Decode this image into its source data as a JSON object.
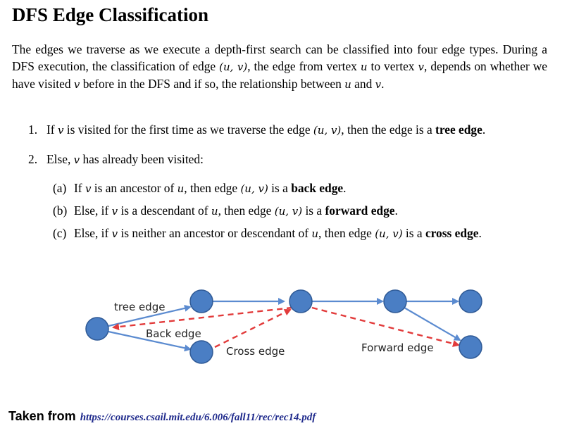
{
  "title": "DFS Edge Classification",
  "intro": {
    "t1": "The edges we traverse as we execute a depth-first search can be classified into four edge types. During a DFS execution, the classification of edge ",
    "edge_uv": "(u, v)",
    "t2": ", the edge from vertex ",
    "u": "u",
    "t3": " to vertex ",
    "v": "v",
    "t4": ", depends on whether we have visited ",
    "t5": " before in the DFS and if so, the relationship between ",
    "t6": " and ",
    "t7": "."
  },
  "list": {
    "item1": {
      "num": "1.",
      "a": "If ",
      "v": "v",
      "b": " is visited for the first time as we traverse the edge ",
      "edge": "(u, v)",
      "c": ", then the edge is a ",
      "term": "tree edge",
      "d": "."
    },
    "item2": {
      "num": "2.",
      "a": "Else, ",
      "v": "v",
      "b": " has already been visited:"
    },
    "subA": {
      "tag": "(a)",
      "a": "If ",
      "v": "v",
      "b": " is an ancestor of ",
      "u": "u",
      "c": ", then edge ",
      "edge": "(u, v)",
      "d": " is a ",
      "term": "back edge",
      "e": "."
    },
    "subB": {
      "tag": "(b)",
      "a": "Else, if ",
      "v": "v",
      "b": " is a descendant of ",
      "u": "u",
      "c": ", then edge ",
      "edge": "(u, v)",
      "d": " is a ",
      "term": "forward edge",
      "e": "."
    },
    "subC": {
      "tag": "(c)",
      "a": "Else, if ",
      "v": "v",
      "b": " is neither an ancestor or descendant of ",
      "u": "u",
      "c": ", then edge ",
      "edge": "(u, v)",
      "d": " is a ",
      "term": "cross edge",
      "e": "."
    }
  },
  "diagram": {
    "labels": {
      "tree": "tree edge",
      "back": "Back edge",
      "cross": "Cross edge",
      "forward": "Forward edge"
    },
    "colors": {
      "node_fill": "#4a7ec4",
      "node_stroke": "#2f5a96",
      "tree_edge": "#5b8bd0",
      "special_edge": "#e23b3b"
    }
  },
  "footer": {
    "label": "Taken from",
    "link": "https://courses.csail.mit.edu/6.006/fall11/rec/rec14.pdf"
  }
}
